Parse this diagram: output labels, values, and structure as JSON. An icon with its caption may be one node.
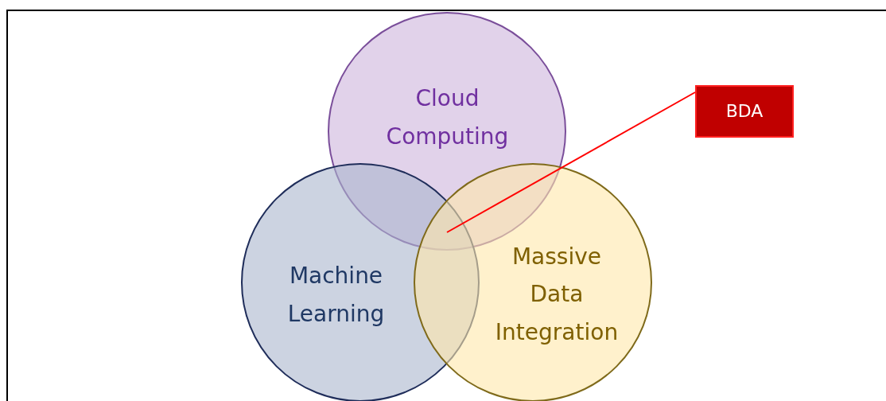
{
  "diagram": {
    "nodes": [
      {
        "text": [
          "Cloud Computing"
        ]
      },
      {
        "text": [
          "Machine Learning"
        ]
      },
      {
        "text": [
          "Massive Data Integration"
        ]
      },
      {
        "text": [
          "BDA"
        ]
      }
    ],
    "edges": [
      {
        "from": 3,
        "to": 0,
        "arrow": "none",
        "color": "#ff0000"
      }
    ]
  }
}
